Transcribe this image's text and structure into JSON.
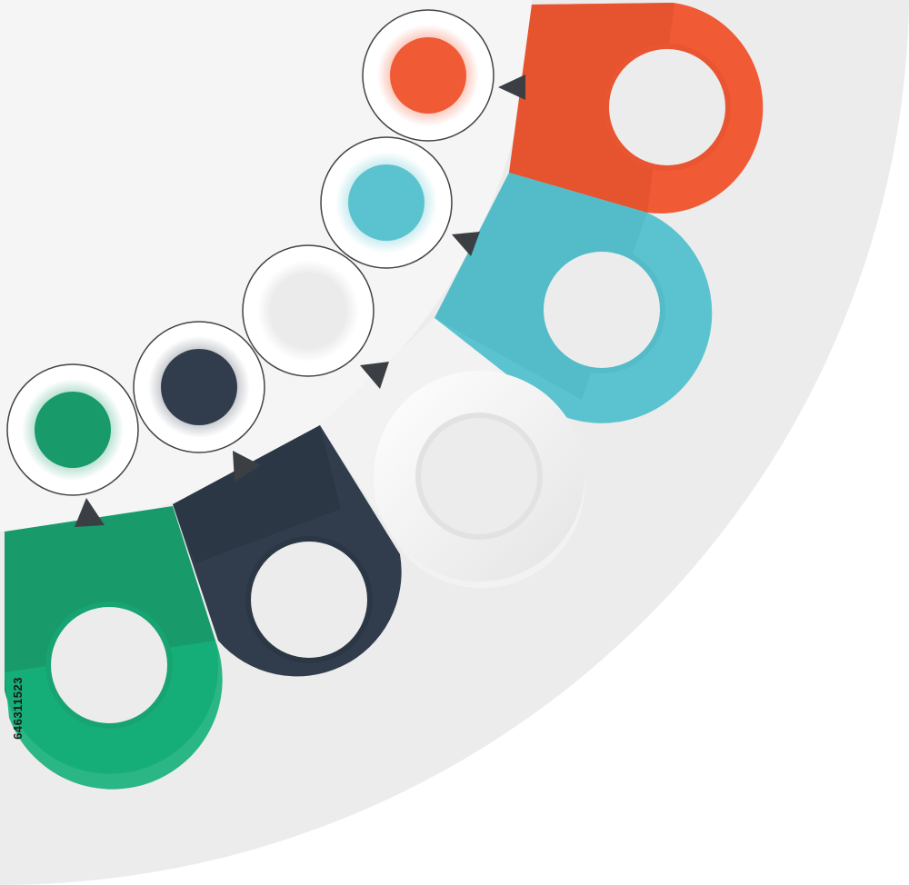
{
  "image_id_text": "646311523",
  "colors": {
    "background": "#ffffff",
    "quarter_disc": "#ececec",
    "inner_panel": "#f5f5f5",
    "orange": "#f05a35",
    "teal": "#5bc3cf",
    "light_gray": "#ececec",
    "navy": "#313d4c",
    "green": "#189a6b",
    "arrow": "#3b3f44"
  },
  "steps": [
    {
      "id": "orange",
      "color": "orange",
      "order": 1
    },
    {
      "id": "teal",
      "color": "teal",
      "order": 2
    },
    {
      "id": "gray",
      "color": "light_gray",
      "order": 3
    },
    {
      "id": "navy",
      "color": "navy",
      "order": 4
    },
    {
      "id": "green",
      "color": "green",
      "order": 5
    }
  ]
}
